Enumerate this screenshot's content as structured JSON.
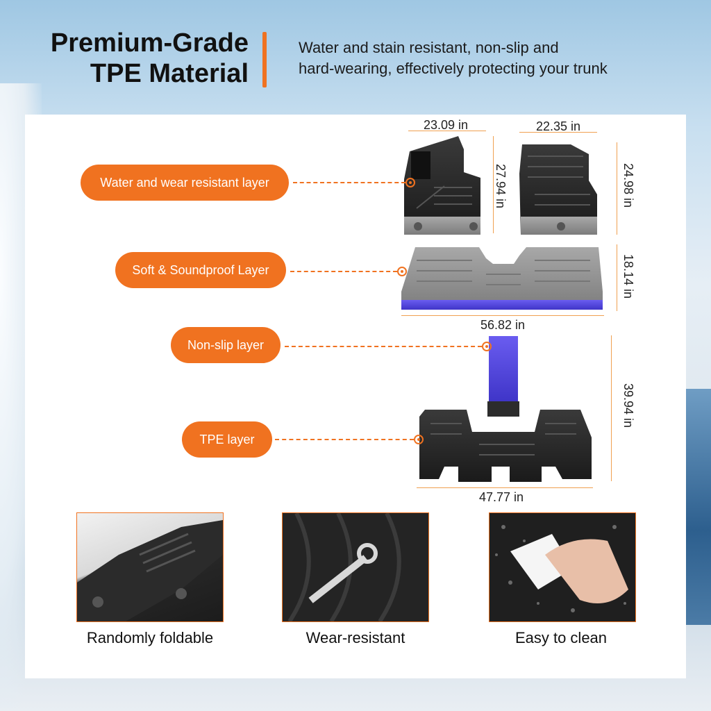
{
  "header": {
    "title_line1": "Premium-Grade",
    "title_line2": "TPE Material",
    "subtitle_line1": "Water and stain resistant, non-slip and",
    "subtitle_line2": "hard-wearing, effectively protecting your trunk"
  },
  "layers": [
    {
      "label": "Water and wear resistant layer"
    },
    {
      "label": "Soft & Soundproof Layer"
    },
    {
      "label": "Non-slip layer"
    },
    {
      "label": "TPE layer"
    }
  ],
  "dimensions": {
    "front_left_width": "23.09 in",
    "front_left_height": "27.94 in",
    "front_right_width": "22.35 in",
    "front_right_height": "24.98 in",
    "second_row_width": "56.82 in",
    "second_row_height": "18.14 in",
    "third_row_width": "47.77 in",
    "third_row_height": "39.94 in"
  },
  "features": [
    {
      "caption": "Randomly foldable",
      "icon": "folded-mat-photo"
    },
    {
      "caption": "Wear-resistant",
      "icon": "wrench-on-mat-photo"
    },
    {
      "caption": "Easy to clean",
      "icon": "hand-wiping-photo"
    }
  ],
  "colors": {
    "accent": "#f07220",
    "highlight": "#5b4fe0"
  }
}
